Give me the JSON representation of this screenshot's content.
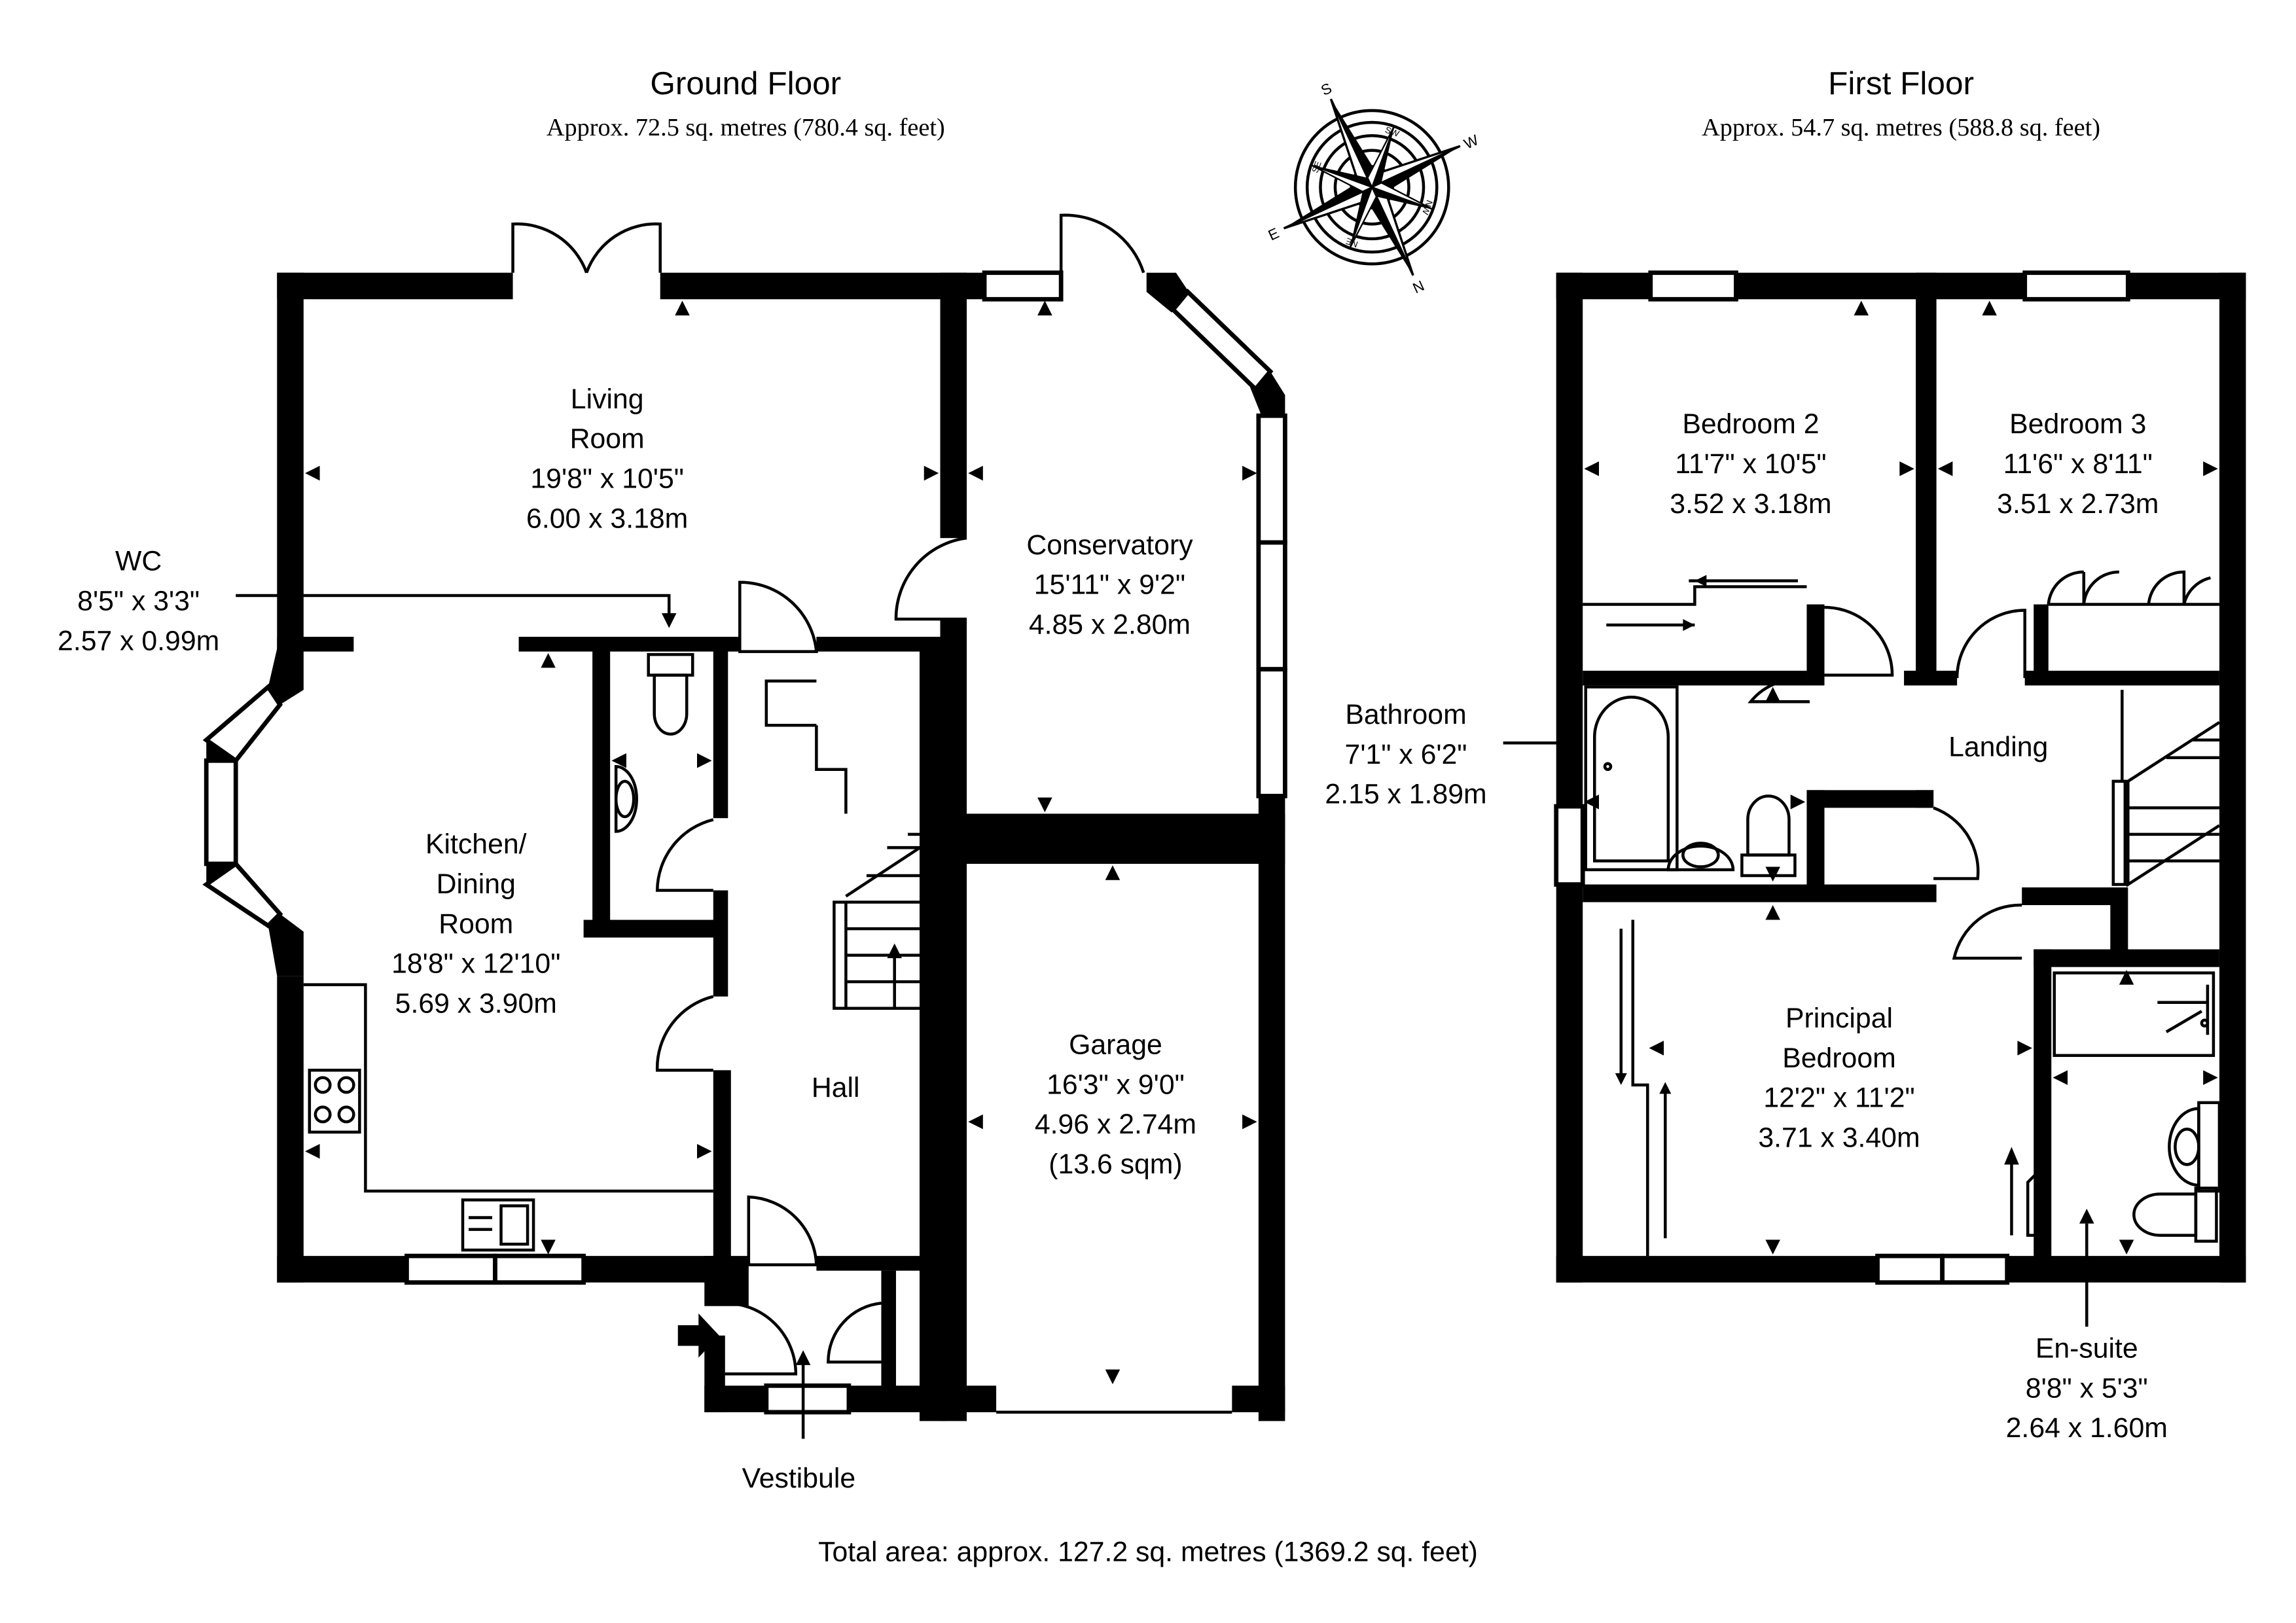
{
  "ground_floor": {
    "title": "Ground Floor",
    "area": "Approx. 72.5 sq. metres (780.4 sq. feet)",
    "rooms": {
      "living_room": {
        "name_1": "Living",
        "name_2": "Room",
        "imperial": "19'8\" x 10'5\"",
        "metric": "6.00 x 3.18m"
      },
      "conservatory": {
        "name": "Conservatory",
        "imperial": "15'11\" x 9'2\"",
        "metric": "4.85 x 2.80m"
      },
      "wc": {
        "name": "WC",
        "imperial": "8'5\" x 3'3\"",
        "metric": "2.57 x 0.99m"
      },
      "kitchen": {
        "name_1": "Kitchen/",
        "name_2": "Dining",
        "name_3": "Room",
        "imperial": "18'8\" x 12'10\"",
        "metric": "5.69 x 3.90m"
      },
      "hall": {
        "name": "Hall"
      },
      "garage": {
        "name": "Garage",
        "imperial": "16'3\" x 9'0\"",
        "metric": "4.96 x 2.74m",
        "extra": "(13.6 sqm)"
      },
      "vestibule": {
        "name": "Vestibule"
      }
    }
  },
  "first_floor": {
    "title": "First Floor",
    "area": "Approx. 54.7 sq. metres (588.8 sq. feet)",
    "rooms": {
      "bedroom_2": {
        "name": "Bedroom 2",
        "imperial": "11'7\" x 10'5\"",
        "metric": "3.52 x 3.18m"
      },
      "bedroom_3": {
        "name": "Bedroom 3",
        "imperial": "11'6\" x 8'11\"",
        "metric": "3.51 x 2.73m"
      },
      "bathroom": {
        "name": "Bathroom",
        "imperial": "7'1\" x 6'2\"",
        "metric": "2.15 x 1.89m"
      },
      "landing": {
        "name": "Landing"
      },
      "principal_bedroom": {
        "name_1": "Principal",
        "name_2": "Bedroom",
        "imperial": "12'2\" x 11'2\"",
        "metric": "3.71 x 3.40m"
      },
      "en_suite": {
        "name": "En-suite",
        "imperial": "8'8\" x 5'3\"",
        "metric": "2.64 x 1.60m"
      }
    }
  },
  "compass": {
    "labels": [
      "S",
      "W",
      "N",
      "E",
      "SW",
      "NW",
      "NE",
      "SE"
    ]
  },
  "total_area": "Total area: approx. 127.2 sq. metres (1369.2 sq. feet)",
  "colors": {
    "wall": "#000000",
    "background": "#ffffff"
  },
  "icons": [
    "compass-rose-icon",
    "entrance-arrow-icon",
    "hob-icon",
    "sink-icon",
    "toilet-icon",
    "bath-icon",
    "shower-tray-icon",
    "stairs-icon"
  ]
}
